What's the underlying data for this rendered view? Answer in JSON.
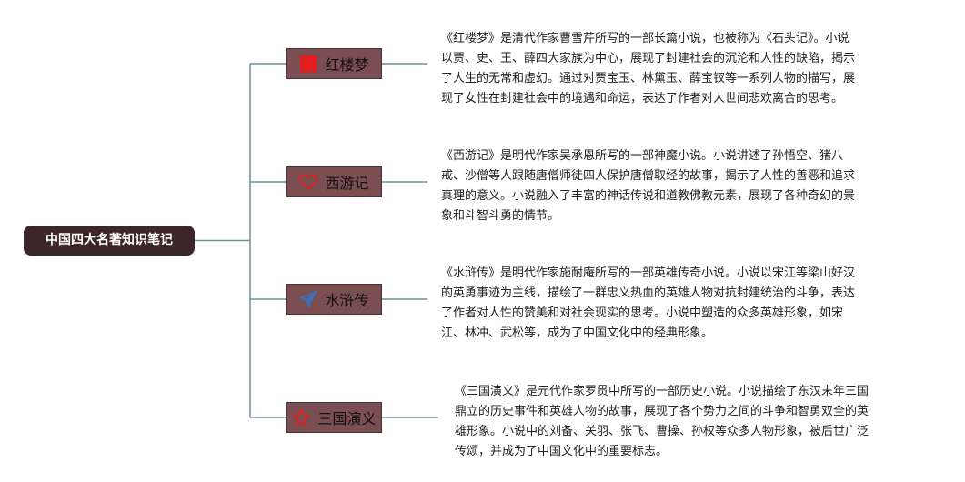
{
  "root": {
    "label": "中国四大名著知识笔记"
  },
  "colors": {
    "root_bg": "#3b2729",
    "branch_bg": "#7b4e51",
    "connector": "#6f8f90",
    "icon_red": "#e41e1e",
    "icon_blue": "#3d6fb5"
  },
  "branches": [
    {
      "label": "红楼梦",
      "icon": "red-square-icon",
      "lines": [
        "《红楼梦》是清代作家曹雪芹所写的一部长篇小说，也被称为《石头记》。小说",
        "以贾、史、王、薛四大家族为中心，展现了封建社会的沉沦和人性的缺陷，揭示",
        "了人生的无常和虚幻。通过对贾宝玉、林黛玉、薛宝钗等一系列人物的描写，展",
        "现了女性在封建社会中的境遇和命运，表达了作者对人世间悲欢离合的思考。"
      ]
    },
    {
      "label": "西游记",
      "icon": "heart-icon",
      "lines": [
        "《西游记》是明代作家吴承恩所写的一部神魔小说。小说讲述了孙悟空、猪八",
        "戒、沙僧等人跟随唐僧师徒四人保护唐僧取经的故事，揭示了人性的善恶和追求",
        "真理的意义。小说融入了丰富的神话传说和道教佛教元素，展现了各种奇幻的景",
        "象和斗智斗勇的情节。"
      ]
    },
    {
      "label": "水浒传",
      "icon": "paper-plane-icon",
      "lines": [
        "《水浒传》是明代作家施耐庵所写的一部英雄传奇小说。小说以宋江等梁山好汉",
        "的英勇事迹为主线，描绘了一群忠义热血的英雄人物对抗封建统治的斗争，表达",
        "了作者对人性的赞美和对社会现实的思考。小说中塑造的众多英雄形象，如宋",
        "江、林冲、武松等，成为了中国文化中的经典形象。"
      ]
    },
    {
      "label": "三国演义",
      "icon": "star-icon",
      "lines": [
        "《三国演义》是元代作家罗贯中所写的一部历史小说。小说描绘了东汉末年三国",
        "鼎立的历史事件和英雄人物的故事，展现了各个势力之间的斗争和智勇双全的英",
        "雄形象。小说中的刘备、关羽、张飞、曹操、孙权等众多人物形象，被后世广泛",
        "传颂，并成为了中国文化中的重要标志。"
      ]
    }
  ]
}
